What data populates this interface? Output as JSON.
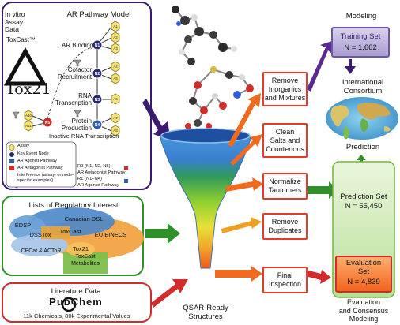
{
  "ar_panel": {
    "header": "In vitro\nAssay\nData",
    "toxcast": "ToxCast™",
    "title": "AR Pathway Model",
    "tox21_logo": "Tox21",
    "binding": "AR Binding",
    "cofactor": "Cofactor\nRecruitment",
    "rna": "RNA\nTranscription",
    "protein": "Protein\nProduction",
    "inactive": "Inactive RNA Transcription",
    "nodes": {
      "N1": "N1",
      "N2": "N2",
      "N3": "N3",
      "N4": "N4",
      "N5": "N5"
    },
    "assays": [
      "A1",
      "A2",
      "A3",
      "A4",
      "A5",
      "A6",
      "A7",
      "A8",
      "A9",
      "A10",
      "A11"
    ],
    "legend": [
      "Assay",
      "Key Event Node",
      "AR Agonist Pathway",
      "AR Antagonist Pathway",
      "Interference (assay- or node-specific examples)"
    ],
    "r2": "R2 (N1, N2, N5)\nAR Antagonist Pathway",
    "r1": "R1 (N1–N4)\nAR Agonist Pathway"
  },
  "reg_panel": {
    "title": "Lists of Regulatory Interest",
    "sets": [
      "EDSP",
      "Canadian DSL",
      "DSSTox",
      "ToxCast",
      "EU EINECS",
      "Tox21",
      "CPCat & ACToR",
      "ToxCast\nMetabolites"
    ]
  },
  "lit_panel": {
    "title": "Literature Data",
    "pubchem": "PubChem",
    "subtitle": "11k Chemicals, 80k Experimental Values"
  },
  "funnel_label": "QSAR-Ready\nStructures",
  "steps": [
    "Remove\nInorganics\nand Mixtures",
    "Clean\nSalts and\nCounterions",
    "Normalize\nTautomers",
    "Remove\nDuplicates",
    "Final\nInspection"
  ],
  "modeling": {
    "title": "Modeling",
    "training_title": "Training Set",
    "training_n": "N = 1,662",
    "consortium": "International\nConsortium",
    "prediction": "Prediction",
    "prediction_set": "Prediction Set",
    "prediction_n": "N = 55,450",
    "evaluation_title": "Evaluation\nSet",
    "evaluation_n": "N = 4,839",
    "footer": "Evaluation\nand Consensus\nModeling"
  },
  "colors": {
    "purple": "#3a1a6e",
    "green": "#2f8f2a",
    "red": "#d22b2b",
    "step_border": "#e53b2a",
    "funnel_top": "#3f8fd8",
    "funnel_bottom": "#ef6a1c"
  }
}
